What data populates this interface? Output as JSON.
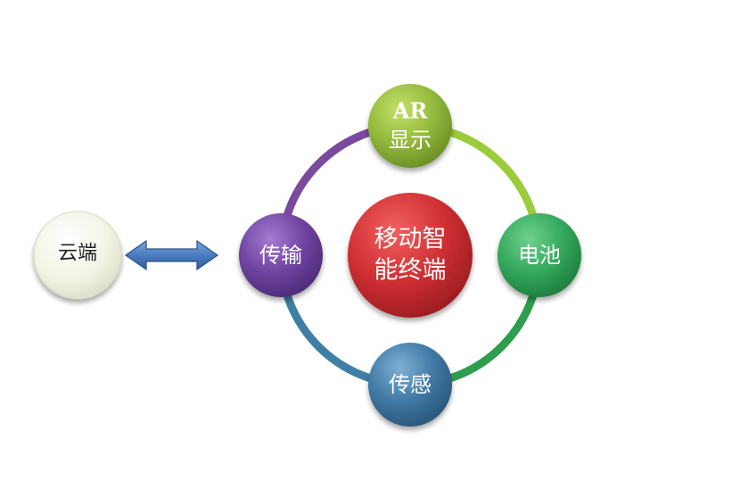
{
  "diagram": {
    "center": {
      "line1": "移动智",
      "line2": "能终端",
      "color": "#c2282e"
    },
    "top": {
      "line1": "AR",
      "line2": "显示",
      "color": "#8db33a"
    },
    "right": {
      "label": "电池",
      "color": "#2fa35a"
    },
    "bottom": {
      "label": "传感",
      "color": "#3a6f99"
    },
    "left": {
      "label": "传输",
      "color": "#6b3f97"
    },
    "cloud": {
      "label": "云端",
      "color": "#eef1df"
    },
    "arrow": {
      "color": "#4a7cc0"
    },
    "ring_colors": {
      "top_right": "#9ccc3c",
      "right_bottom": "#2e9e4e",
      "bottom_left": "#3f7fa6",
      "left_top": "#7a4a9e"
    }
  }
}
